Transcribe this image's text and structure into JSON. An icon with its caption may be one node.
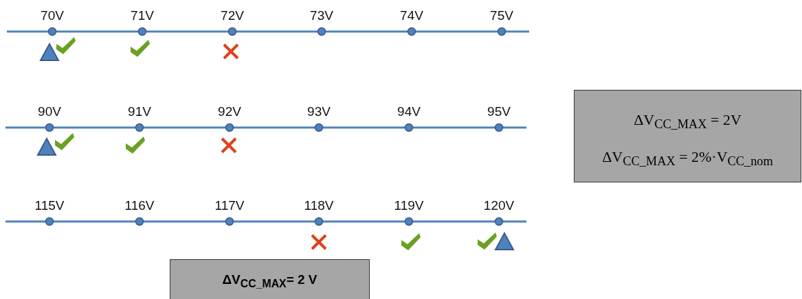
{
  "diagram": {
    "nodes": [
      {
        "text": [
          "ΔV$_{CC_MAX}$ = 2V",
          "ΔV$_{CC_MAX}$ = 2%·V$_{CC_nom}$"
        ]
      },
      {
        "text": [
          "ΔV$_{CC_MAX}$= 2 V"
        ]
      }
    ],
    "edges": [],
    "labels": [
      "70V",
      "71V",
      "72V",
      "73V",
      "74V",
      "75V",
      "90V",
      "91V",
      "92V",
      "93V",
      "94V",
      "95V",
      "115V",
      "116V",
      "117V",
      "118V",
      "119V",
      "120V"
    ]
  }
}
